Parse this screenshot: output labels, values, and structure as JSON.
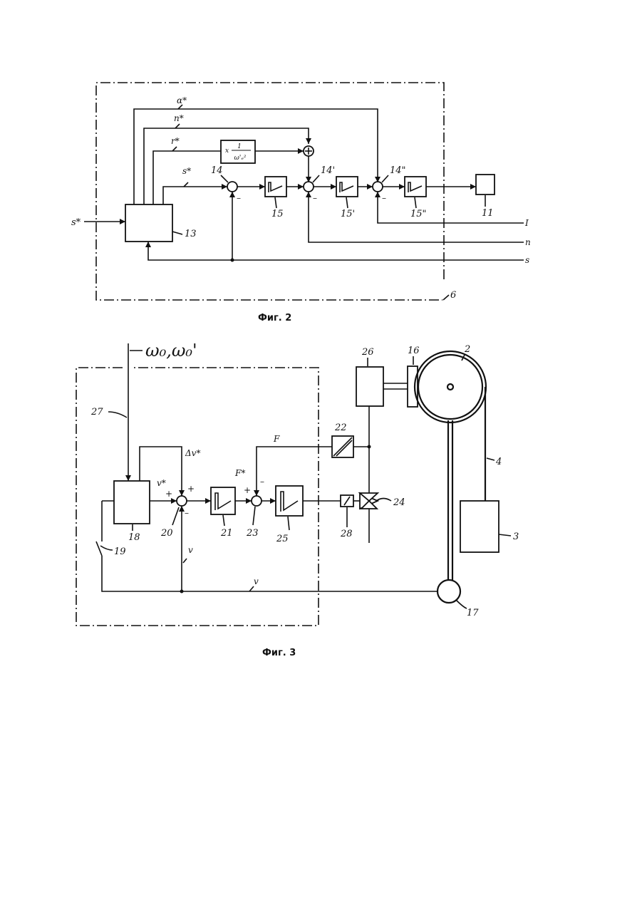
{
  "figure2": {
    "caption": "Фиг. 2",
    "inputs": {
      "s_star_in": "s*"
    },
    "setpoints": {
      "alpha": "α*",
      "n": "n*",
      "r": "r*",
      "s": "s*"
    },
    "feedback": {
      "I": "I",
      "n": "n",
      "s": "s"
    },
    "signs": {
      "minus": "–",
      "plus": "+"
    },
    "block_formula": {
      "top": "1",
      "left": "x",
      "bottom": "ω'ₑ²"
    },
    "labels": {
      "frame": "6",
      "controller": "13",
      "sum1": "14",
      "sum2": "14'",
      "sum3": "14\"",
      "reg1": "15",
      "reg2": "15'",
      "reg3": "15\"",
      "output": "11"
    }
  },
  "figure3": {
    "caption": "Фиг. 3",
    "input": "ω₀,ω₀'",
    "signals": {
      "v_star": "v*",
      "dv_star": "Δv*",
      "v": "v",
      "v_bottom": "v",
      "F": "F",
      "F_star": "F*"
    },
    "signs": {
      "plus": "+",
      "minus": "–"
    },
    "labels": {
      "pulley": "2",
      "counterweight": "3",
      "rope": "4",
      "brake": "16",
      "tacho": "17",
      "controller": "18",
      "switch": "19",
      "sum1": "20",
      "reg1": "21",
      "sensor": "22",
      "sum2": "23",
      "valve": "24",
      "reg2": "25",
      "actuator": "26",
      "input_line": "27",
      "coil": "28"
    }
  }
}
